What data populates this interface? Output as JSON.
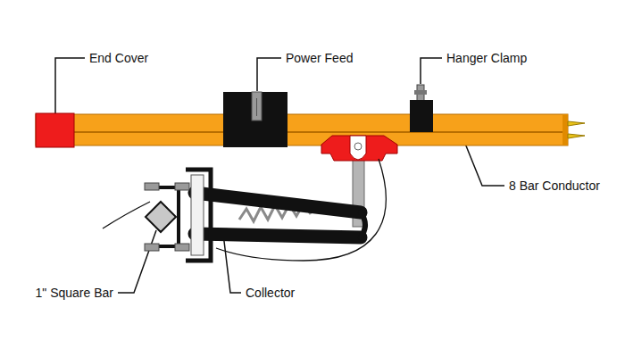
{
  "diagram": {
    "labels": [
      "End Cover",
      "Power Feed",
      "Hanger Clamp",
      "8 Bar Conductor",
      "1\" Square Bar",
      "Collector"
    ]
  }
}
